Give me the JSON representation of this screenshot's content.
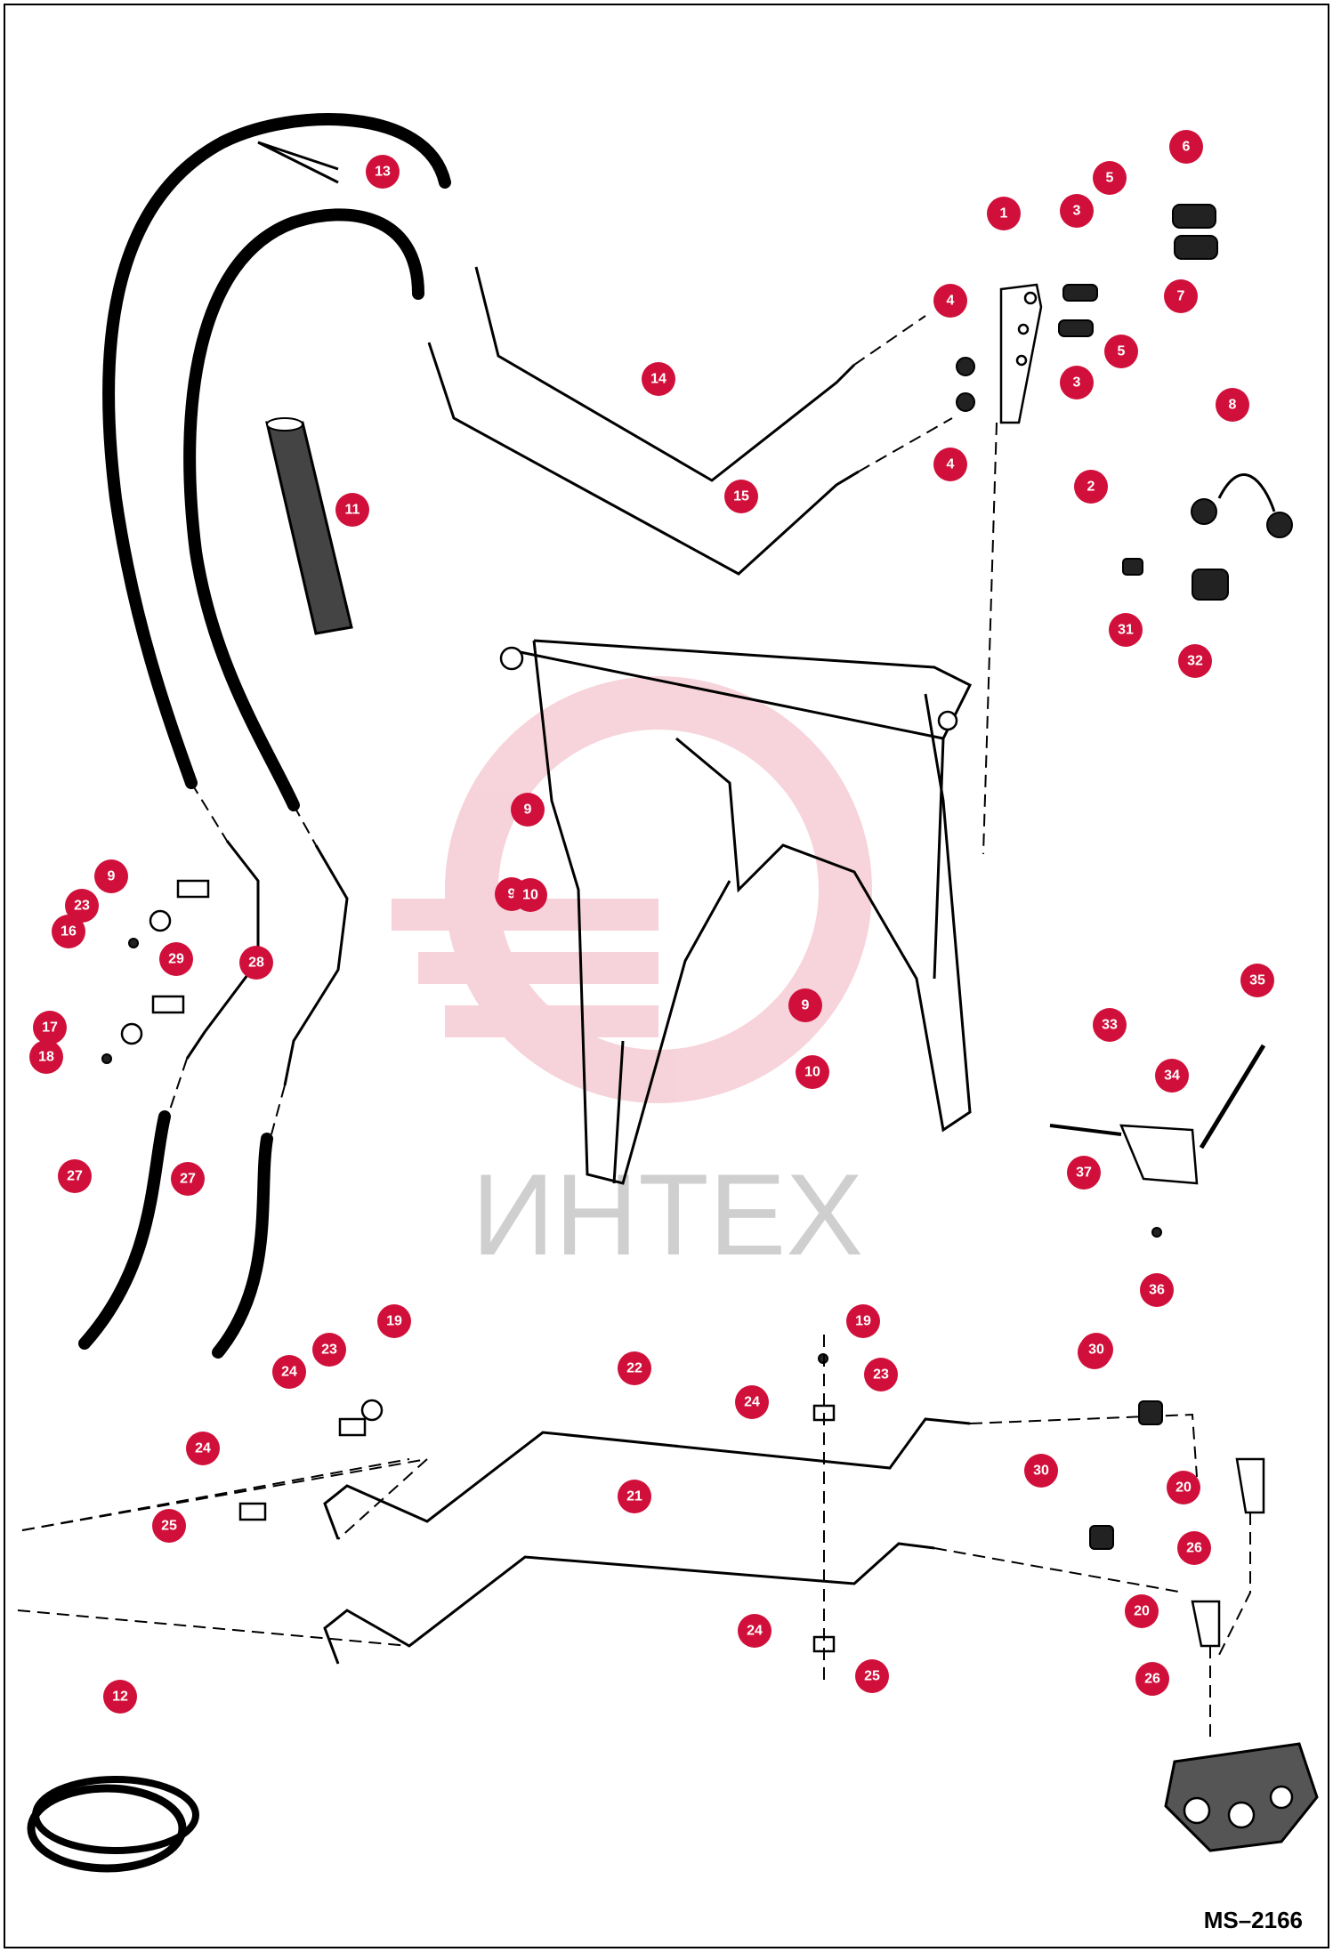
{
  "sheet_id": "MS–2166",
  "watermark": "ИНТЕХ",
  "accent_color": "#d0103a",
  "part_numbers": [
    "1",
    "2",
    "3",
    "3",
    "4",
    "4",
    "5",
    "5",
    "6",
    "7",
    "8",
    "9",
    "9",
    "9",
    "9",
    "9",
    "10",
    "10",
    "11",
    "12",
    "13",
    "14",
    "15",
    "16",
    "17",
    "18",
    "19",
    "19",
    "20",
    "20",
    "21",
    "22",
    "23",
    "23",
    "23",
    "24",
    "24",
    "24",
    "24",
    "25",
    "25",
    "26",
    "26",
    "27",
    "27",
    "28",
    "29",
    "30",
    "30",
    "31",
    "32",
    "33",
    "34",
    "35",
    "36",
    "37"
  ]
}
